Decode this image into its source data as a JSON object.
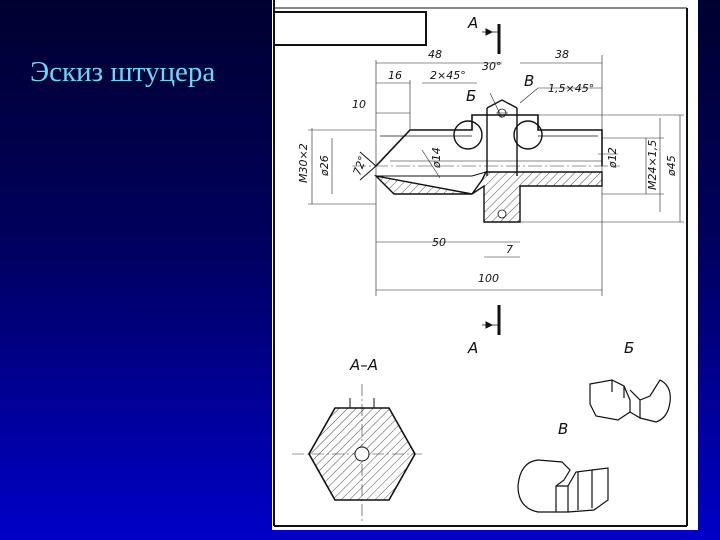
{
  "slide": {
    "title": "Эскиз штуцера"
  },
  "drawing": {
    "section_labels": {
      "a": "А",
      "b": "Б",
      "v": "В",
      "aa": "А–А"
    },
    "dimensions": {
      "d48": "48",
      "d38": "38",
      "d16": "16",
      "chamfer2": "2×45°",
      "ang30": "30°",
      "chamfer15": "1,5×45°",
      "d10": "10",
      "m30": "M30×2",
      "dia26": "ø26",
      "ang72": "72°",
      "dia14": "ø14",
      "dia12": "ø12",
      "m24": "M24×1,5",
      "dia45": "ø45",
      "d50": "50",
      "d7": "7",
      "d100": "100"
    }
  }
}
